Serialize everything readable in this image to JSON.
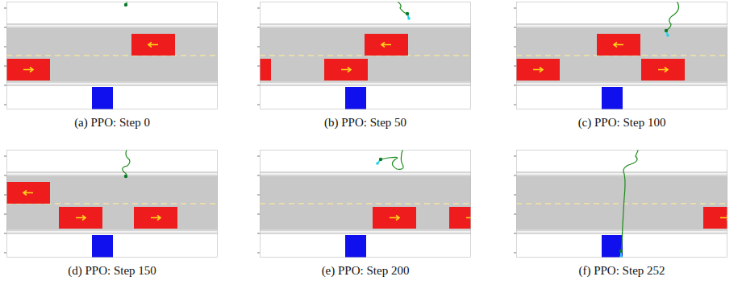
{
  "diagram": {
    "labels": [
      "(a) PPO: Step 0",
      "(b) PPO: Step 50",
      "(c) PPO: Step 100",
      "(d) PPO: Step 150",
      "(e) PPO: Step 200",
      "(f) PPO: Step 252"
    ]
  }
}
